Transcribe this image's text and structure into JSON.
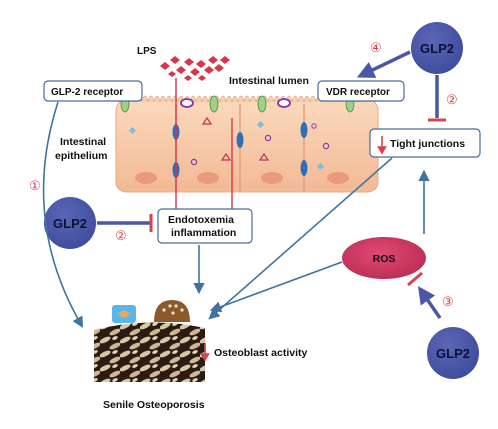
{
  "labels": {
    "lps": "LPS",
    "intestinal_lumen": "Intestinal lumen",
    "glp2_receptor": "GLP-2 receptor",
    "vdr_receptor": "VDR receptor",
    "intestinal_epithelium_line1": "Intestinal",
    "intestinal_epithelium_line2": "epithelium",
    "tight_junctions": "Tight junctions",
    "endotoxemia_line1": "Endotoxemia",
    "endotoxemia_line2": "inflammation",
    "ros": "ROS",
    "osteoblast_activity": "Osteoblast activity",
    "senile_osteoporosis": "Senile Osteoporosis"
  },
  "glp2_nodes": [
    "GLP2",
    "GLP2",
    "GLP2"
  ],
  "pathway_numbers": [
    "①",
    "②",
    "②",
    "③",
    "④"
  ],
  "colors": {
    "glp2_blue": "#4a57a8",
    "arrow_blue": "#3f74a0",
    "inhibit_red": "#d8424c",
    "lps_red": "#d9344a",
    "ros_magenta": "#c9335b",
    "cell_peach": "#f6c6a2",
    "box_border": "#4a6a9c"
  }
}
